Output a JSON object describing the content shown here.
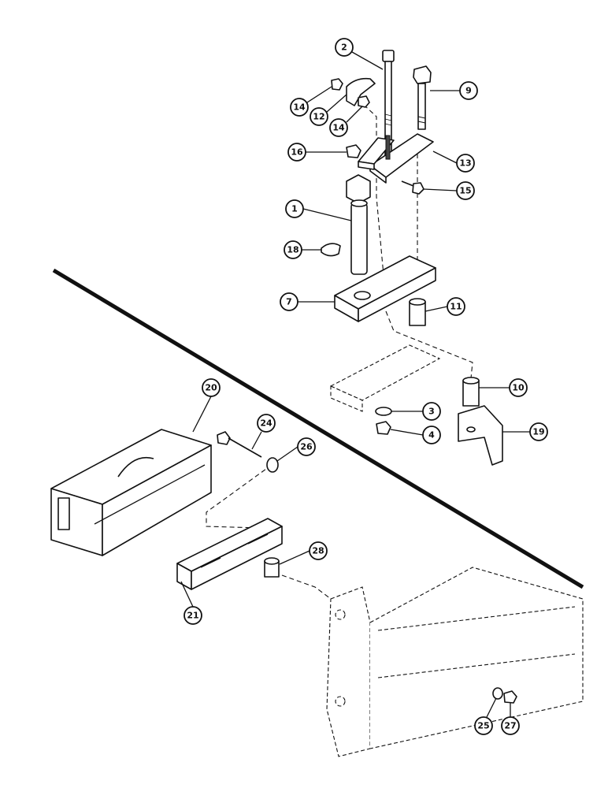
{
  "figure": {
    "colors": {
      "line": "#111111",
      "background": "#ffffff",
      "shade": "#444444"
    },
    "callouts": [
      {
        "label": "2"
      },
      {
        "label": "9"
      },
      {
        "label": "14"
      },
      {
        "label": "12"
      },
      {
        "label": "14"
      },
      {
        "label": "16"
      },
      {
        "label": "13"
      },
      {
        "label": "15"
      },
      {
        "label": "1"
      },
      {
        "label": "18"
      },
      {
        "label": "7"
      },
      {
        "label": "11"
      },
      {
        "label": "10"
      },
      {
        "label": "3"
      },
      {
        "label": "4"
      },
      {
        "label": "19"
      },
      {
        "label": "20"
      },
      {
        "label": "24"
      },
      {
        "label": "26"
      },
      {
        "label": "28"
      },
      {
        "label": "21"
      },
      {
        "label": "25"
      },
      {
        "label": "27"
      }
    ]
  }
}
